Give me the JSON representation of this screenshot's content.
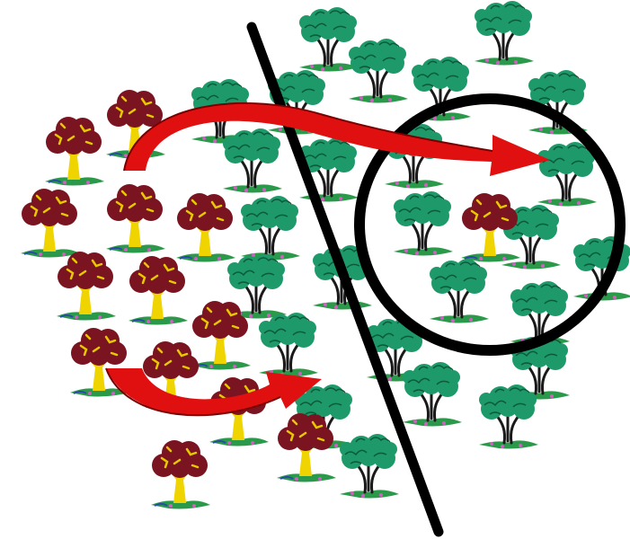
{
  "colors": {
    "background": "#ffffff",
    "brown_tree_canopy": "#7a1420",
    "brown_tree_highlight": "#e8c800",
    "brown_tree_trunk": "#f0d400",
    "green_tree_canopy": "#1e9a6a",
    "green_tree_outline": "#0b5a3a",
    "green_tree_trunk": "#1a1a1a",
    "ground_green": "#2a9a4a",
    "ground_blue": "#2a4aa8",
    "flower_pink": "#d060c0",
    "arrow_red": "#e01010",
    "arrow_dark": "#7a0000",
    "line_black": "#000000"
  },
  "icons": {
    "brown_tree": "deciduous-tree-brown-icon",
    "green_tree": "deciduous-tree-green-icon",
    "arrow": "curved-arrow",
    "divider": "diagonal-line",
    "focus": "circle-highlight"
  }
}
